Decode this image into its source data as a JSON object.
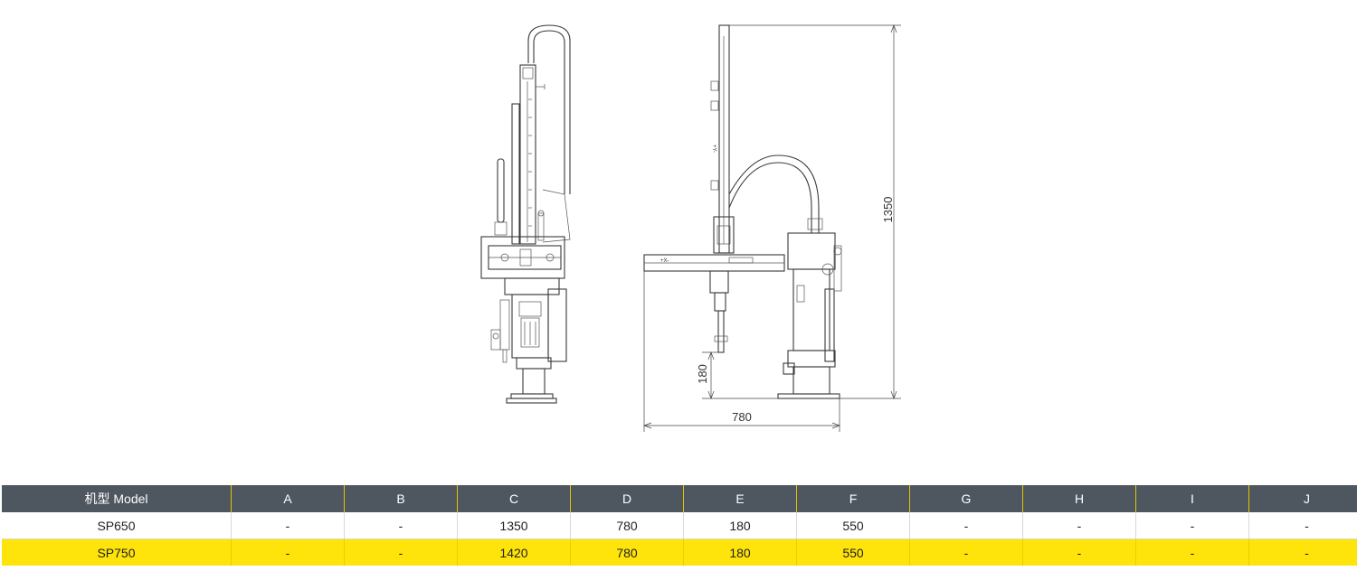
{
  "colors": {
    "header_bg": "#4e5660",
    "header_text": "#ffffff",
    "highlight_row": "#ffe40b",
    "line": "#3a3a3a"
  },
  "drawing": {
    "front_labels": {
      "y_axis": "+Y-",
      "x_axis": "+X-"
    },
    "dimensions": {
      "height": "1350",
      "lower_height": "180",
      "width": "780"
    }
  },
  "table": {
    "headers": [
      "机型 Model",
      "A",
      "B",
      "C",
      "D",
      "E",
      "F",
      "G",
      "H",
      "I",
      "J"
    ],
    "rows": [
      [
        "SP650",
        "-",
        "-",
        "1350",
        "780",
        "180",
        "550",
        "-",
        "-",
        "-",
        "-"
      ],
      [
        "SP750",
        "-",
        "-",
        "1420",
        "780",
        "180",
        "550",
        "-",
        "-",
        "-",
        "-"
      ]
    ]
  }
}
